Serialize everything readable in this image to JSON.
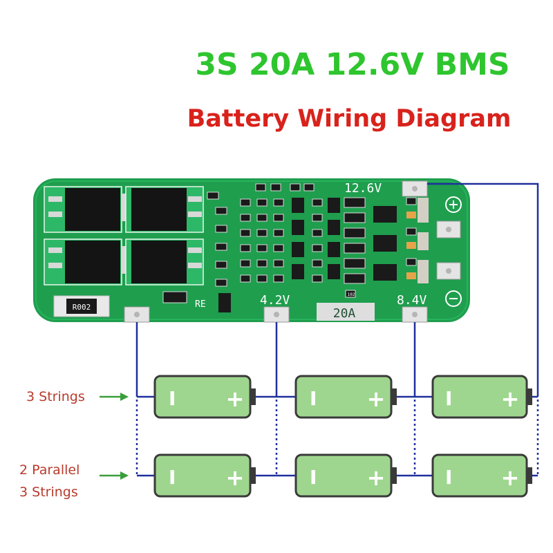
{
  "header": {
    "title": "3S 20A 12.6V BMS",
    "subtitle": "Battery Wiring Diagram"
  },
  "board": {
    "label_12v6": "12.6V",
    "label_4v2": "4.2V",
    "label_8v4": "8.4V",
    "label_20a": "20A",
    "label_re": "RE",
    "resistor_code": "R002",
    "plus_symbol": "+",
    "minus_symbol": "−",
    "smd_code": "102"
  },
  "wiring": {
    "row1_label": "3 Strings",
    "row2_label_line1": "2 Parallel",
    "row2_label_line2": "3 Strings"
  },
  "battery": {
    "neg_symbol": "I",
    "pos_symbol": "+"
  },
  "colors": {
    "title_green": "#2ec52e",
    "subtitle_red": "#d9221c",
    "label_red": "#b83a2b",
    "wire_blue": "#1f2f9e",
    "pcb_green": "#1f9e4e",
    "battery_fill": "#9fd68f",
    "battery_body": "#3a3a3a",
    "arrow_green": "#3a9e3a"
  }
}
